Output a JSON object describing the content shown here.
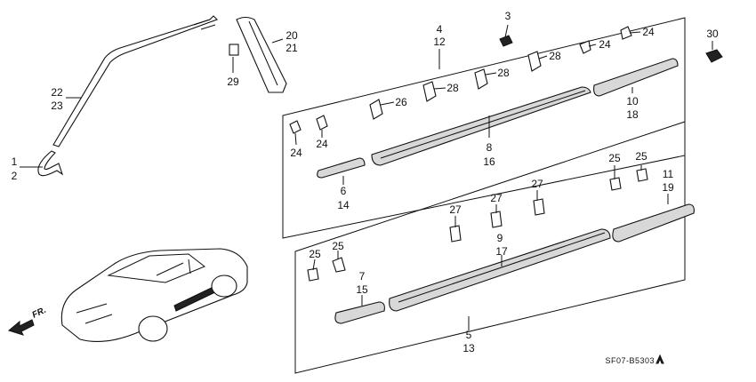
{
  "diagram_code": "SF07-B5303",
  "direction_label": "FR.",
  "callouts": {
    "c3": "3",
    "c30": "30",
    "c4": "4",
    "c12": "12",
    "c20": "20",
    "c21": "21",
    "c29": "29",
    "c22": "22",
    "c23": "23",
    "c1": "1",
    "c2": "2",
    "c26": "26",
    "c28a": "28",
    "c28b": "28",
    "c28c": "28",
    "c24a": "24",
    "c24b": "24",
    "c24c": "24",
    "c24d": "24",
    "c10": "10",
    "c18": "18",
    "c8": "8",
    "c16": "16",
    "c6": "6",
    "c14": "14",
    "c25a": "25",
    "c25b": "25",
    "c25c": "25",
    "c25d": "25",
    "c11": "11",
    "c19": "19",
    "c27a": "27",
    "c27b": "27",
    "c27c": "27",
    "c9": "9",
    "c17": "17",
    "c7": "7",
    "c15": "15",
    "c5": "5",
    "c13": "13"
  }
}
